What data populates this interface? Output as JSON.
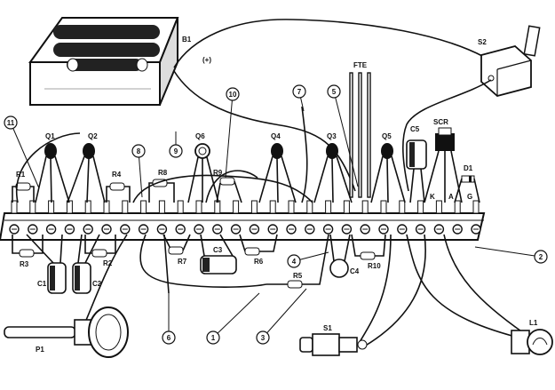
{
  "components": {
    "battery": "B1",
    "plus": "(+)",
    "switch2": "S2",
    "fte": "FTE",
    "q1": "Q1",
    "q2": "Q2",
    "q3": "Q3",
    "q4": "Q4",
    "q5": "Q5",
    "q6": "Q6",
    "scr": "SCR",
    "c1": "C1",
    "c2": "C2",
    "c3": "C3",
    "c4": "C4",
    "c5": "C5",
    "r1": "R1",
    "r2": "R2",
    "r3": "R3",
    "r4": "R4",
    "r5": "R5",
    "r6": "R6",
    "r7": "R7",
    "r8": "R8",
    "r9": "R9",
    "r10": "R10",
    "d1": "D1",
    "p1": "P1",
    "s1": "S1",
    "l1": "L1",
    "k": "K",
    "a": "A",
    "g": "G"
  },
  "callouts": [
    "1",
    "2",
    "3",
    "4",
    "5",
    "6",
    "7",
    "8",
    "9",
    "10",
    "11"
  ]
}
